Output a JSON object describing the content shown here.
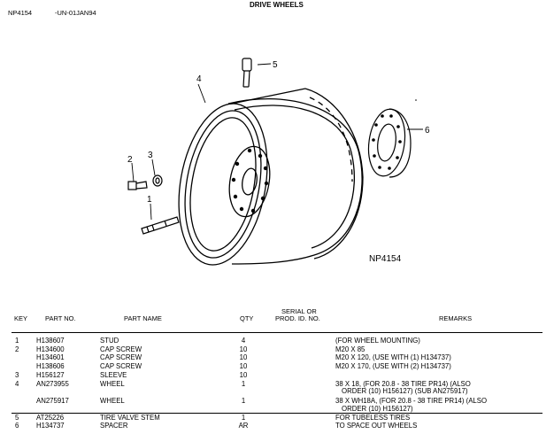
{
  "header": {
    "left_code": "NP4154",
    "revision": "-UN-01JAN94",
    "title": "DRIVE WHEELS"
  },
  "figure": {
    "label": "NP4154",
    "callouts": [
      "1",
      "2",
      "3",
      "4",
      "5",
      "6"
    ]
  },
  "table": {
    "columns": {
      "key": "KEY",
      "part_no": "PART NO.",
      "part_name": "PART NAME",
      "qty": "QTY",
      "serial_line1": "SERIAL OR",
      "serial_line2": "PROD. ID. NO.",
      "remarks": "REMARKS"
    },
    "rows": [
      {
        "key": "1",
        "part": "H138607",
        "name": "STUD",
        "qty": "4",
        "remarks": "(FOR WHEEL MOUNTING)"
      },
      {
        "key": "2",
        "part": "H134600",
        "name": "CAP SCREW",
        "qty": "10",
        "remarks": "M20 X 85"
      },
      {
        "key": "",
        "part": "H134601",
        "name": "CAP SCREW",
        "qty": "10",
        "remarks": "M20 X 120, (USE WITH (1) H134737)"
      },
      {
        "key": "",
        "part": "H138606",
        "name": "CAP SCREW",
        "qty": "10",
        "remarks": "M20 X 170, (USE WITH (2) H134737)"
      },
      {
        "key": "3",
        "part": "H156127",
        "name": "SLEEVE",
        "qty": "10",
        "remarks": ""
      },
      {
        "key": "4",
        "part": "AN273955",
        "name": "WHEEL",
        "qty": "1",
        "remarks": "38 X 18, (FOR 20.8 - 38 TIRE PR14) (ALSO"
      },
      {
        "key": "",
        "part": "",
        "name": "",
        "qty": "",
        "remarks": "  ORDER (10) H156127) (SUB AN275917)"
      },
      {
        "key": "",
        "part": "AN275917",
        "name": "WHEEL",
        "qty": "1",
        "remarks": "38 X WH18A, (FOR 20.8 - 38 TIRE PR14) (ALSO"
      },
      {
        "key": "",
        "part": "",
        "name": "",
        "qty": "",
        "remarks": "  ORDER (10) H156127)"
      },
      {
        "key": "5",
        "part": "AT25226",
        "name": "TIRE VALVE STEM",
        "qty": "1",
        "remarks": "FOR TUBELESS TIRES"
      },
      {
        "key": "6",
        "part": "H134737",
        "name": "SPACER",
        "qty": "AR",
        "remarks": "TO SPACE OUT WHEELS"
      }
    ]
  }
}
